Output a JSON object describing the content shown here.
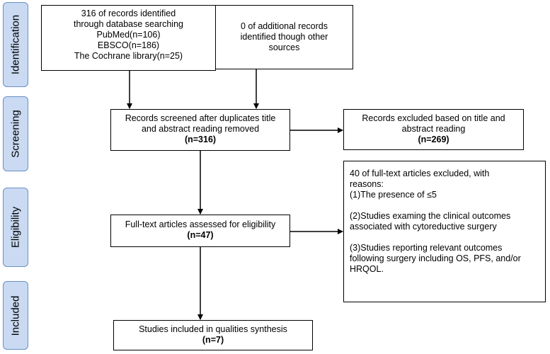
{
  "phases": [
    "Identification",
    "Screening",
    "Eligibility",
    "Included"
  ],
  "boxes": {
    "db_search": [
      "316 of records identified",
      "through database searching",
      "PubMed(n=106)",
      "EBSCO(n=186)",
      "The Cochrane library(n=25)"
    ],
    "other_sources": [
      "0 of additional records",
      "identified though other",
      "sources"
    ],
    "screened": [
      "Records screened after duplicates title",
      "and abstract reading removed",
      "(n=316)"
    ],
    "excluded_title": [
      "Records excluded based on title and",
      "abstract reading",
      "(n=269)"
    ],
    "fulltext": [
      "Full-text articles assessed for eligibility",
      "(n=47)"
    ],
    "excluded_fulltext": [
      "40 of full-text articles excluded, with",
      "reasons:",
      "(1)The presence of ≤5",
      "(2)Studies examing the clinical outcomes",
      "associated with cytoreductive surgery",
      "(3)Studies reporting relevant outcomes",
      "following surgery including OS, PFS, and/or",
      "HRQOL."
    ],
    "included": [
      "Studies included in qualities synthesis",
      "(n=7)"
    ]
  }
}
